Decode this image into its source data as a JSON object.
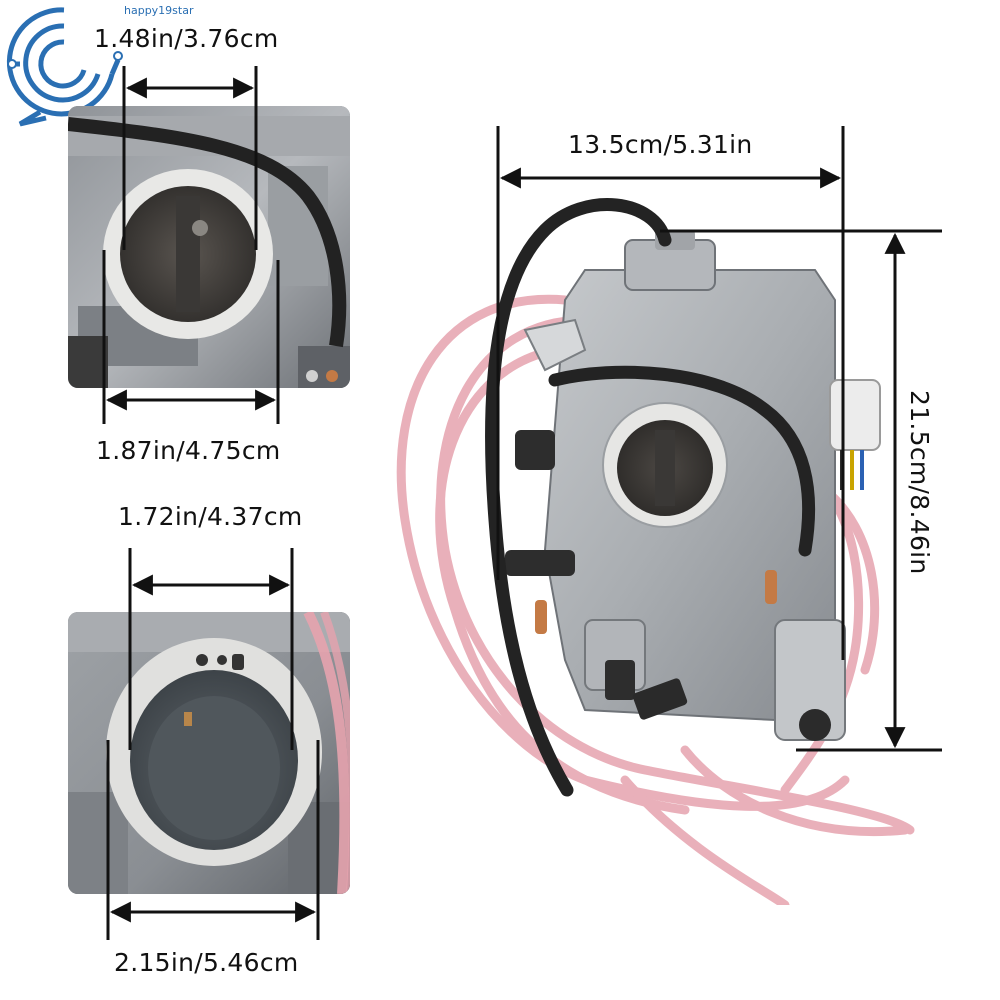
{
  "watermark": {
    "text": "happy19star"
  },
  "dimensions": {
    "top_inlet_inner": "1.48in/3.76cm",
    "top_inlet_outer": "1.87in/4.75cm",
    "bottom_outlet_inner": "1.72in/4.37cm",
    "bottom_outlet_outer": "2.15in/5.46cm",
    "overall_width": "13.5cm/5.31in",
    "overall_height": "21.5cm/8.46in"
  },
  "colors": {
    "dimension_line": "#111111",
    "tube_pink": "#e6a3ae",
    "tube_black": "#2a2a2a",
    "aluminum": "#b9bcbf",
    "aluminum_dark": "#8d9196",
    "watermark_blue": "#2a6fb3"
  }
}
